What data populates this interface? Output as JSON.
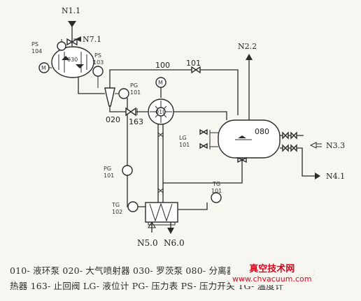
{
  "labels": {
    "n1_1": "N1.1",
    "n7_1": "N7.1",
    "n2_2": "N2.2",
    "n3_3": "N3.3",
    "n4_1": "N4.1",
    "n5_0": "N5.0",
    "n6_0": "N6.0",
    "ps_1": "PS",
    "ps_1_num": "104",
    "ps_2": "PS",
    "ps_2_num": "103",
    "pg_1": "PG",
    "pg_1_num": "101",
    "pg_2": "PG",
    "pg_2_num": "101",
    "tg_1": "TG",
    "tg_1_num": "102",
    "tg_2": "TG",
    "tg_2_num": "101",
    "lg_1": "LG",
    "lg_1_num": "101",
    "eq_030": "030",
    "eq_020": "020",
    "eq_163": "163",
    "eq_010": "010",
    "eq_100": "100",
    "eq_101": "101",
    "eq_080": "080",
    "motor": "M"
  },
  "legend": {
    "line1": "010- 液环泵 020- 大气喷射器 030- 罗茨泵 080- 分离器 101- 阀门 130- 换",
    "line2": "热器 163- 止回阀 LG- 液位计 PG- 压力表 PS- 压力开关 TG- 温度计"
  },
  "watermark": {
    "title": "真空技术网",
    "url": "www.chvacuum.com"
  },
  "colors": {
    "watermark": "#e2001a",
    "ink": "#2a2a2a"
  }
}
